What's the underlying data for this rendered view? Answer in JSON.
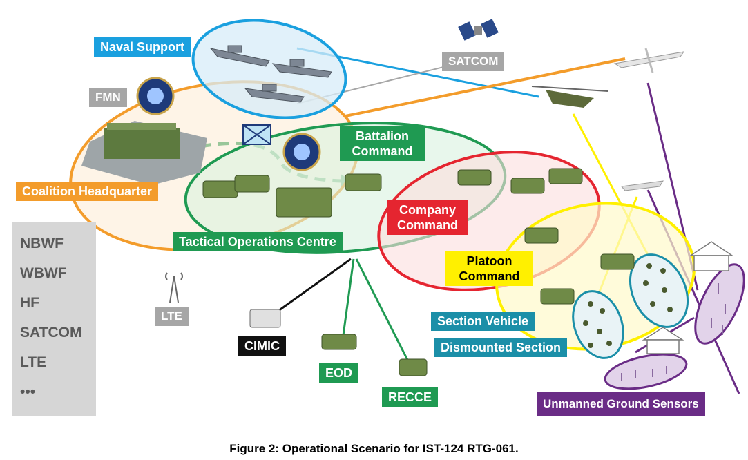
{
  "labels": {
    "naval_support": "Naval Support",
    "satcom": "SATCOM",
    "fmn": "FMN",
    "coalition_hq": "Coalition Headquarter",
    "battalion_command": "Battalion Command",
    "tactical_operations_centre": "Tactical Operations Centre",
    "company_command": "Company Command",
    "platoon_command": "Platoon Command",
    "section_vehicle": "Section Vehicle",
    "dismounted_section": "Dismounted Section",
    "unmanned_ground_sensors": "Unmanned Ground Sensors",
    "lte": "LTE",
    "cimic": "CIMIC",
    "eod": "EOD",
    "recce": "RECCE"
  },
  "bands": [
    "NBWF",
    "WBWF",
    "HF",
    "SATCOM",
    "LTE",
    "•••"
  ],
  "caption": "Figure 2: Operational Scenario for IST-124 RTG-061.",
  "colors": {
    "naval": "#1aa0df",
    "coalition": "#f39c2b",
    "battalion": "#1f9a52",
    "company": "#e52530",
    "platoon": "#fff000",
    "section": "#1b8fa8",
    "sensors": "#6a2c86",
    "grey_label": "#a6a6a6"
  }
}
